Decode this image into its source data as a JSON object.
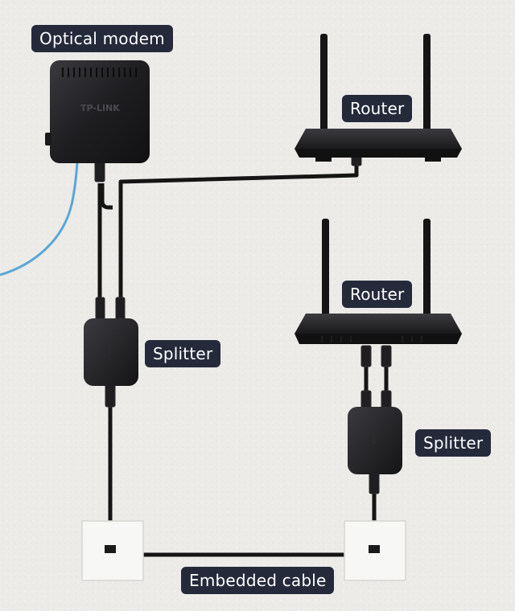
{
  "labels": {
    "optical_modem": "Optical modem",
    "router_top": "Router",
    "router_bottom": "Router",
    "splitter_left": "Splitter",
    "splitter_right": "Splitter",
    "embedded_cable": "Embedded cable"
  },
  "modem_brand": "TP-LINK",
  "colors": {
    "label_bg": "#252a3b",
    "label_text": "#ffffff",
    "device": "#1b1b1d",
    "cable": "#151515",
    "fiber": "#5aa6d8",
    "wall_plate": "#f7f7f5",
    "background": "#ecebe8"
  }
}
